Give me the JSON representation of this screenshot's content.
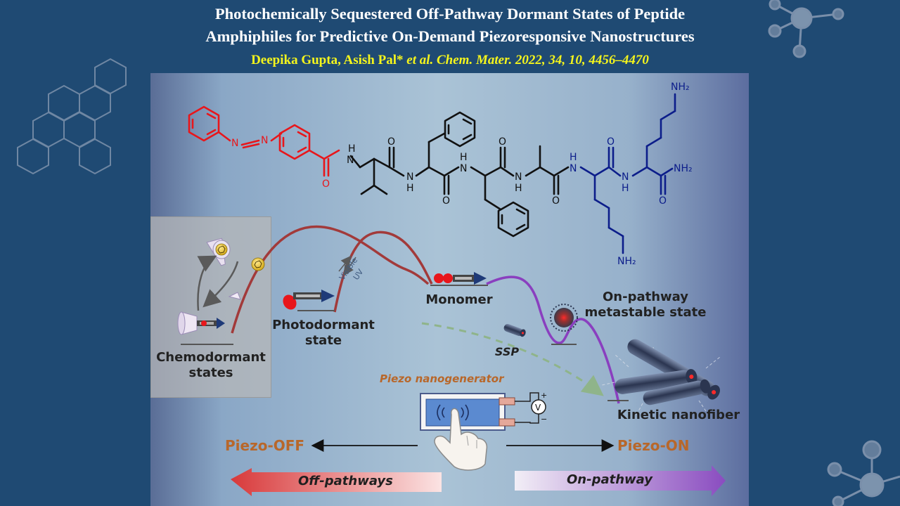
{
  "header": {
    "title_line1": "Photochemically Sequestered Off-Pathway Dormant States of Peptide",
    "title_line2": "Amphiphiles for Predictive On-Demand Piezoresponsive Nanostructures",
    "authors": "Deepika Gupta,  Asish Pal*",
    "citation": "et al. Chem. Mater. 2022, 34, 10, 4456–4470"
  },
  "molecule": {
    "atom_labels": {
      "n_azo_1": "N",
      "n_azo_2": "N",
      "nh_1": "H",
      "nh_1_n": "N",
      "nh_2": "N",
      "nh_2_h": "H",
      "nh_3": "H",
      "nh_3_n": "N",
      "nh_4": "N",
      "nh_4_h": "H",
      "nh_5": "H",
      "nh_5_n": "N",
      "nh_6": "N",
      "nh_6_h": "H",
      "nh2_top": "NH₂",
      "nh2_amide": "NH₂",
      "nh2_bottom": "NH₂",
      "o": "O"
    }
  },
  "diagram": {
    "chemodormant": "Chemodormant\nstates",
    "chemodormant_l1": "Chemodormant",
    "chemodormant_l2": "states",
    "photodormant_l1": "Photodormant",
    "photodormant_l2": "state",
    "visible": "Visible",
    "uv": "UV",
    "monomer": "Monomer",
    "onpath_l1": "On-pathway",
    "onpath_l2": "metastable state",
    "ssp": "SSP",
    "piezo_nanogenerator": "Piezo nanogenerator",
    "voltmeter": "V",
    "plus": "+",
    "minus": "−",
    "kinetic_nanofiber": "Kinetic nanofiber",
    "piezo_off": "Piezo-OFF",
    "piezo_on": "Piezo-ON",
    "off_pathways": "Off-pathways",
    "on_pathway": "On-pathway"
  },
  "colors": {
    "background": "#1f4a73",
    "title_text": "#ffffff",
    "author_text": "#f5f51c",
    "azobenzene_red": "#e8161b",
    "lysine_blue": "#0c1d8a",
    "energy_curve_red": "#a23a3a",
    "energy_curve_purple": "#8a3fbf",
    "piezo_label": "#b8672a"
  }
}
